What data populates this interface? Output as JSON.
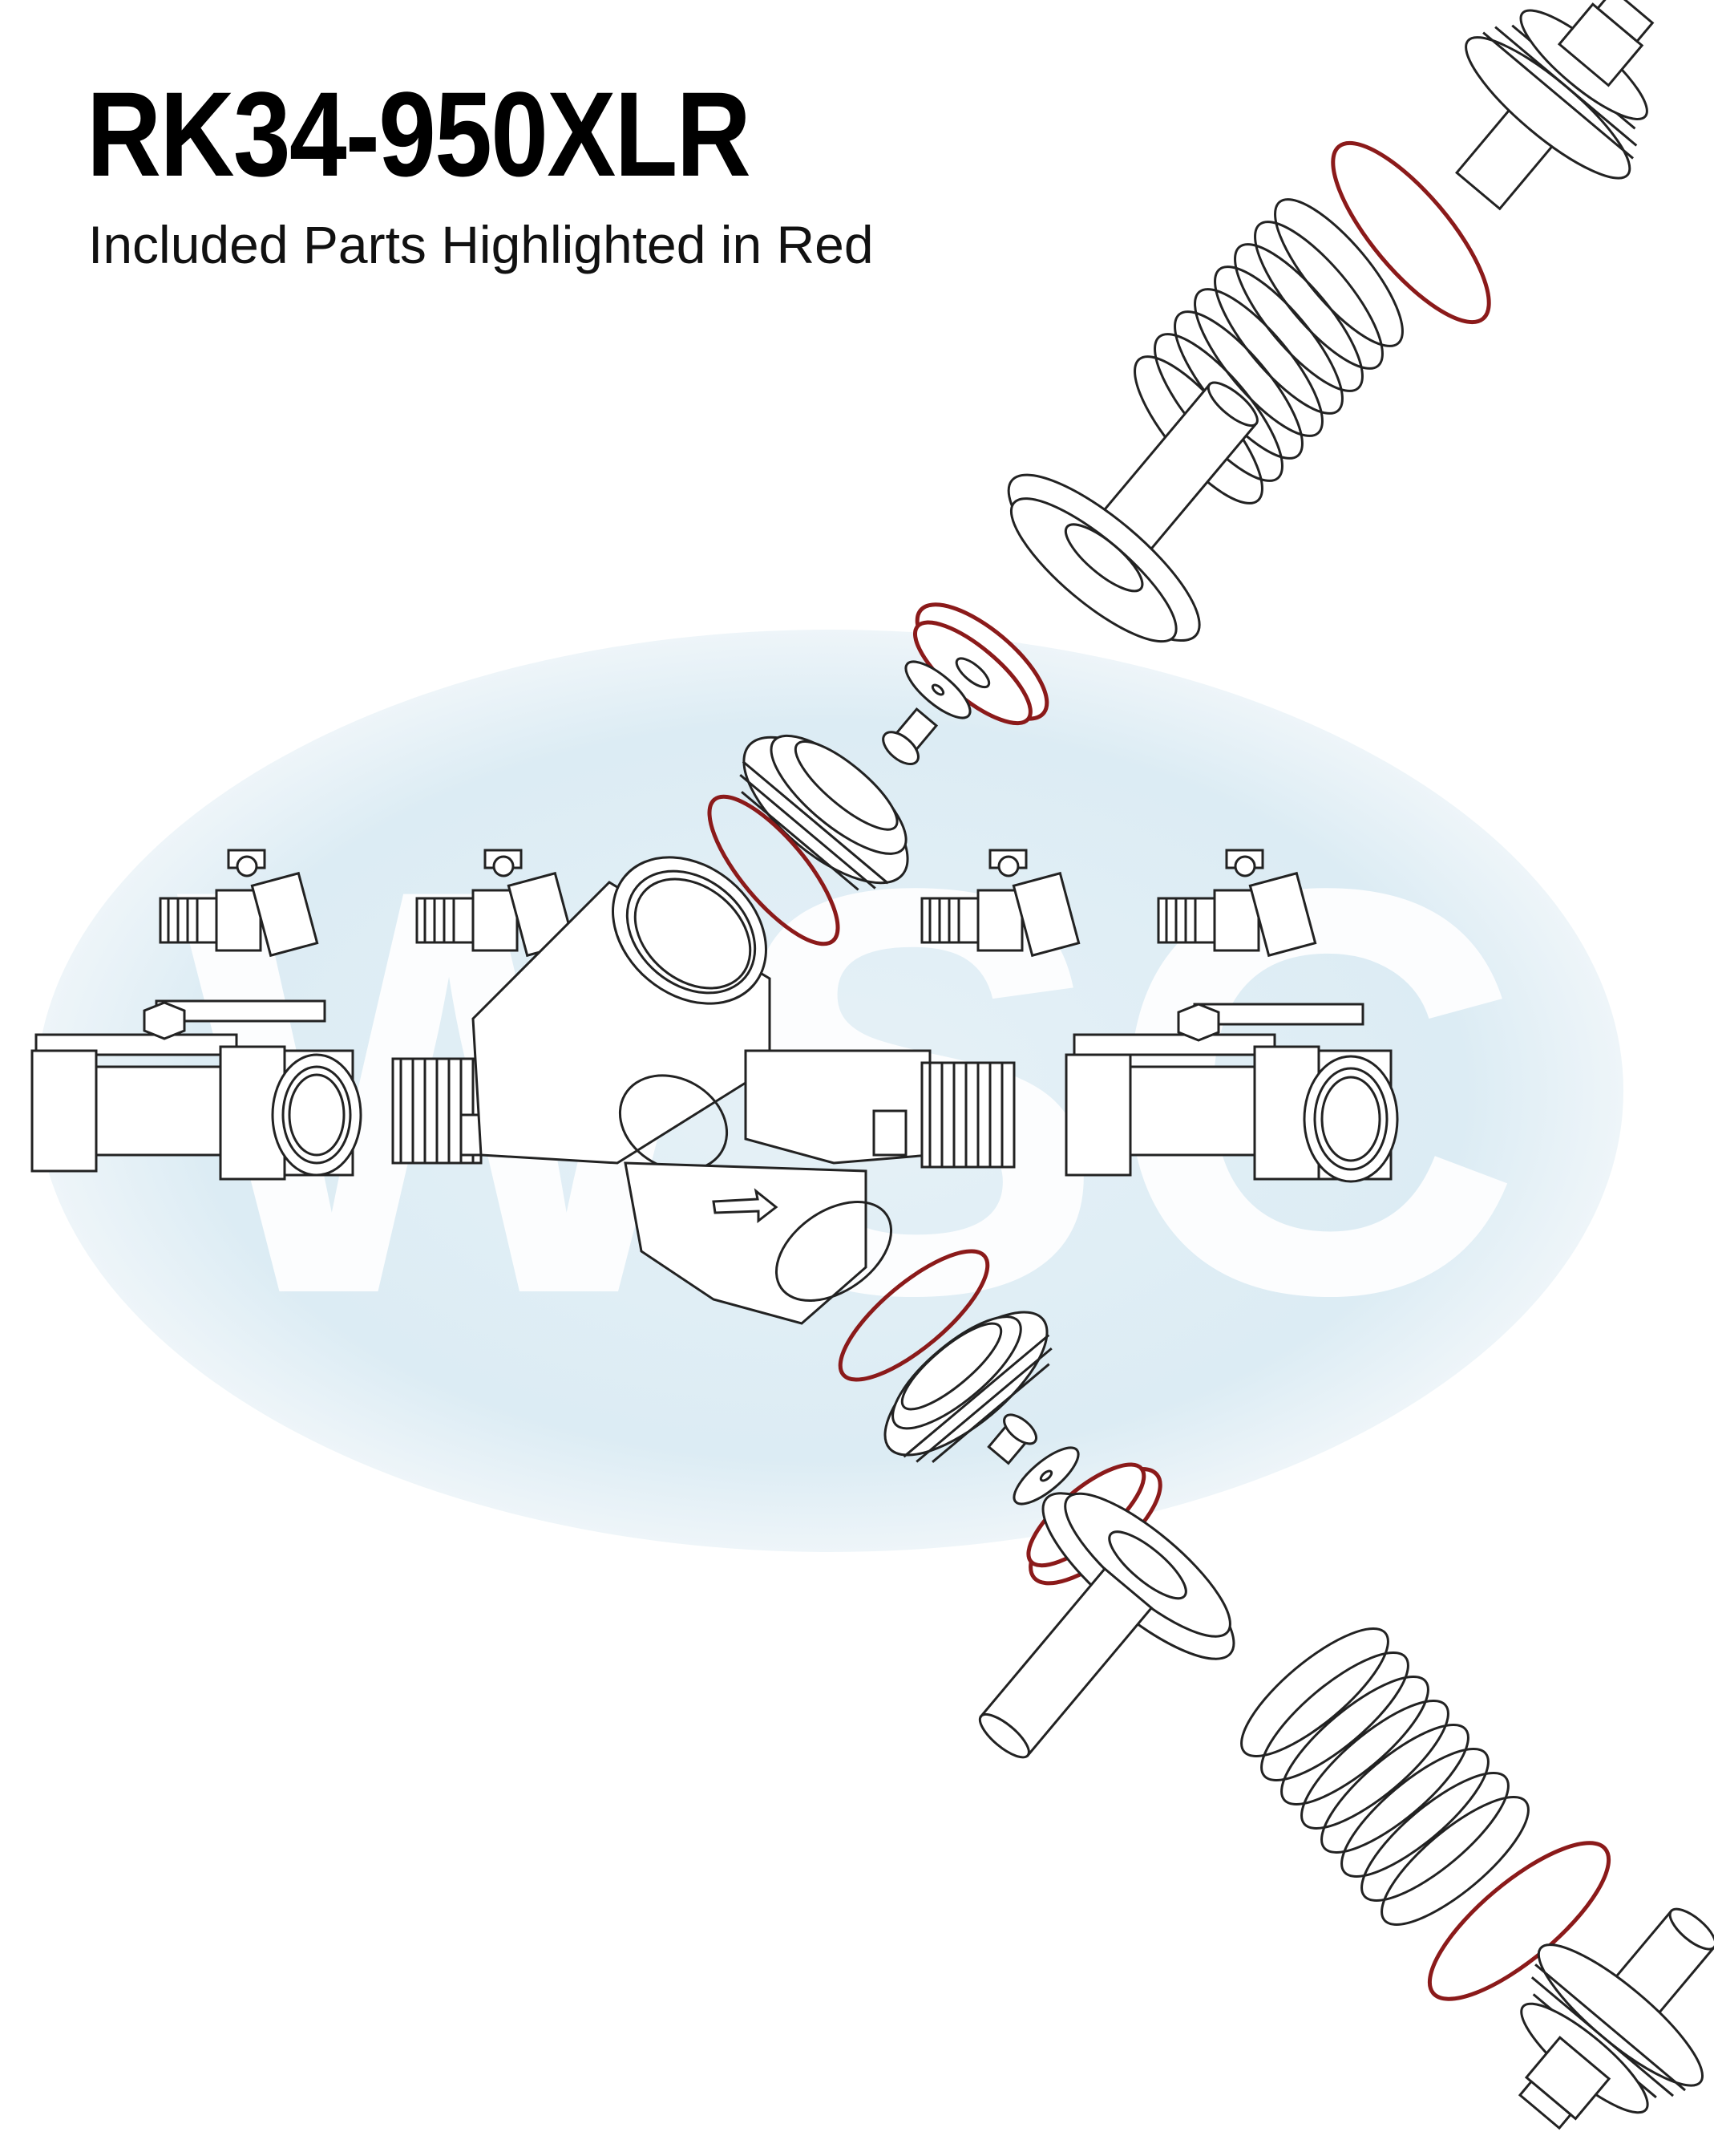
{
  "header": {
    "title": "RK34-950XLR",
    "subtitle": "Included Parts Highlighted in Red"
  },
  "watermark": {
    "text": "WSC",
    "color": "#dcecf4"
  },
  "colors": {
    "outline": "#222222",
    "highlight": "#8b1a1a",
    "background": "#ffffff"
  },
  "icons": {
    "flow_arrow": "flow-direction-arrow-icon"
  }
}
